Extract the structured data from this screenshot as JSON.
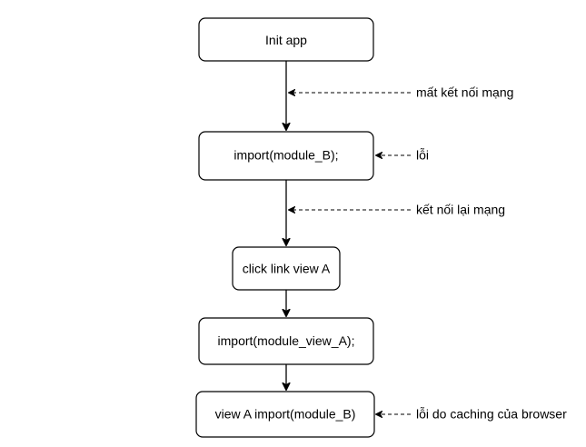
{
  "nodes": [
    {
      "id": "init",
      "label": "Init app"
    },
    {
      "id": "import_b",
      "label": "import(module_B);"
    },
    {
      "id": "click_view",
      "label": "click link view A"
    },
    {
      "id": "import_view_a",
      "label": "import(module_view_A);"
    },
    {
      "id": "view_a_import_b",
      "label": "view A import(module_B)"
    }
  ],
  "notes": [
    {
      "label": "mất kết nối mạng"
    },
    {
      "label": "lỗi"
    },
    {
      "label": "kết nối lại mạng"
    },
    {
      "label": "lỗi do caching của browser"
    }
  ],
  "edges": [
    {
      "from": "init",
      "to": "import_b"
    },
    {
      "from": "import_b",
      "to": "click_view"
    },
    {
      "from": "click_view",
      "to": "import_view_a"
    },
    {
      "from": "import_view_a",
      "to": "view_a_import_b"
    }
  ],
  "colors": {
    "stroke": "#000000",
    "fill": "#ffffff"
  }
}
